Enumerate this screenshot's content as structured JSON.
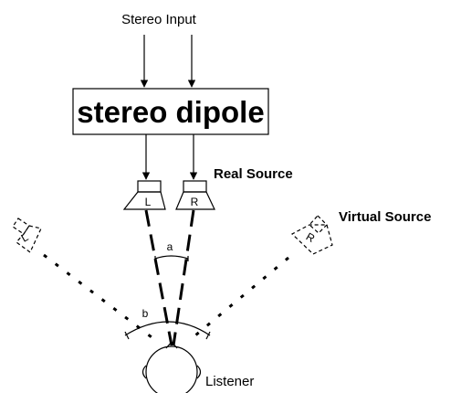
{
  "input": {
    "label": "Stereo Input"
  },
  "processor": {
    "label": "stereo dipole"
  },
  "real_source": {
    "label": "Real Source",
    "left_label": "L",
    "right_label": "R"
  },
  "virtual_source": {
    "label": "Virtual Source",
    "left_label": "L",
    "right_label": "R"
  },
  "angles": {
    "a": "a",
    "b": "b"
  },
  "listener": {
    "label": "Listener"
  }
}
